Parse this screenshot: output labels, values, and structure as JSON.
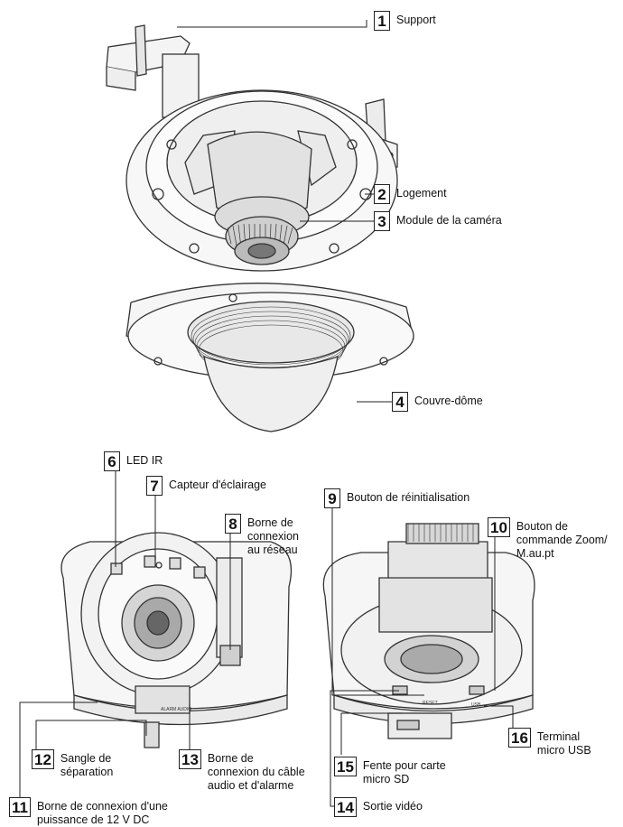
{
  "callouts": [
    {
      "num": "1",
      "label": "Support"
    },
    {
      "num": "2",
      "label": "Logement"
    },
    {
      "num": "3",
      "label": "Module de la caméra"
    },
    {
      "num": "4",
      "label": "Couvre-dôme"
    },
    {
      "num": "6",
      "label": "LED IR"
    },
    {
      "num": "7",
      "label": "Capteur d'éclairage"
    },
    {
      "num": "8",
      "label": "Borne de\nconnexion\nau réseau"
    },
    {
      "num": "9",
      "label": "Bouton de réinitialisation"
    },
    {
      "num": "10",
      "label": "Bouton de\ncommande Zoom/\nM.au.pt"
    },
    {
      "num": "11",
      "label": "Borne de connexion d'une\npuissance de 12 V DC"
    },
    {
      "num": "12",
      "label": "Sangle de\nséparation"
    },
    {
      "num": "13",
      "label": "Borne de\nconnexion du câble\naudio et d'alarme"
    },
    {
      "num": "14",
      "label": "Sortie vidéo"
    },
    {
      "num": "15",
      "label": "Fente pour carte\nmicro SD"
    },
    {
      "num": "16",
      "label": "Terminal\nmicro USB"
    }
  ],
  "drawing_text": {
    "alarm_label": "ALARM AUDIO",
    "reset_label": "RESET",
    "usb_label": "USB"
  }
}
